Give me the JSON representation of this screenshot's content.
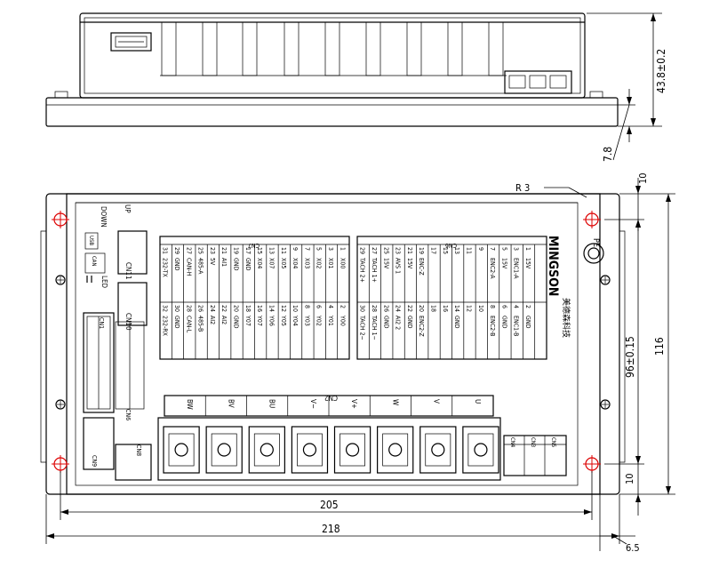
{
  "dimensions": {
    "height_top": "43.8±0.2",
    "flange": "7.8",
    "radius": "R 3",
    "top_gap": "10",
    "inner_height": "96±0.15",
    "outer_height": "116",
    "bottom_gap": "10",
    "inner_width": "205",
    "outer_width": "218",
    "side_gap": "6.5"
  },
  "labels": {
    "up": "UP",
    "down": "DOWN",
    "usb": "USB",
    "can": "CAN",
    "led": "LED",
    "cn11": "CN11",
    "cn10": "CN10",
    "cn1": "CN1",
    "cn9": "CN9",
    "cn8": "CN8",
    "cn7": "CN7",
    "cn6": "CN6",
    "cn2": "CN2",
    "cn3": "CN3",
    "cn4": "CN4",
    "cn5": "CN5",
    "pe": "PE",
    "brand": "MINGSON",
    "brand_sub": "美德森科技"
  },
  "terminals": [
    "BW",
    "BV",
    "BU",
    "V−",
    "V+",
    "W",
    "V",
    "U"
  ],
  "cn7_pins": [
    [
      "31",
      "232-TX",
      "29",
      "GND",
      "27",
      "CAN-H",
      "25",
      "485-A",
      "23",
      "5V",
      "21",
      "AI1",
      "19",
      "GND",
      "17",
      "GND",
      "15",
      "X04",
      "13",
      "X07",
      "11",
      "X05",
      "9",
      "X04",
      "7",
      "X03",
      "5",
      "X02",
      "3",
      "X01",
      "1",
      "X00"
    ],
    [
      "32",
      "232-RX",
      "30",
      "GND",
      "28",
      "CAN-L",
      "26",
      "485-B",
      "24",
      "AI2",
      "22",
      "AI2",
      "20",
      "GND",
      "18",
      "Y07",
      "16",
      "Y07",
      "14",
      "Y06",
      "12",
      "Y05",
      "10",
      "Y04",
      "8",
      "Y03",
      "6",
      "Y02",
      "4",
      "Y01",
      "2",
      "Y00"
    ]
  ],
  "cn6_pins": [
    [
      "29",
      "TACH 2+",
      "27",
      "TACH 1+",
      "25",
      "15V",
      "23",
      "AVS 1",
      "21",
      "15V",
      "19",
      "ENC-Z",
      "17",
      "",
      "15",
      "",
      "13",
      "",
      "11",
      "",
      "9",
      "",
      "7",
      "ENC2-A",
      "5",
      "15V",
      "3",
      "ENC1-A",
      "1",
      "15V"
    ],
    [
      "30",
      "TACH 2−",
      "28",
      "TACH 1−",
      "26",
      "GND",
      "24",
      "AI2 2",
      "22",
      "GND",
      "20",
      "ENC2-Z",
      "18",
      "",
      "16",
      "",
      "14",
      "GND",
      "12",
      "",
      "10",
      "",
      "8",
      "ENC2-B",
      "6",
      "GND",
      "4",
      "ENC1-B",
      "2",
      "GND"
    ]
  ]
}
